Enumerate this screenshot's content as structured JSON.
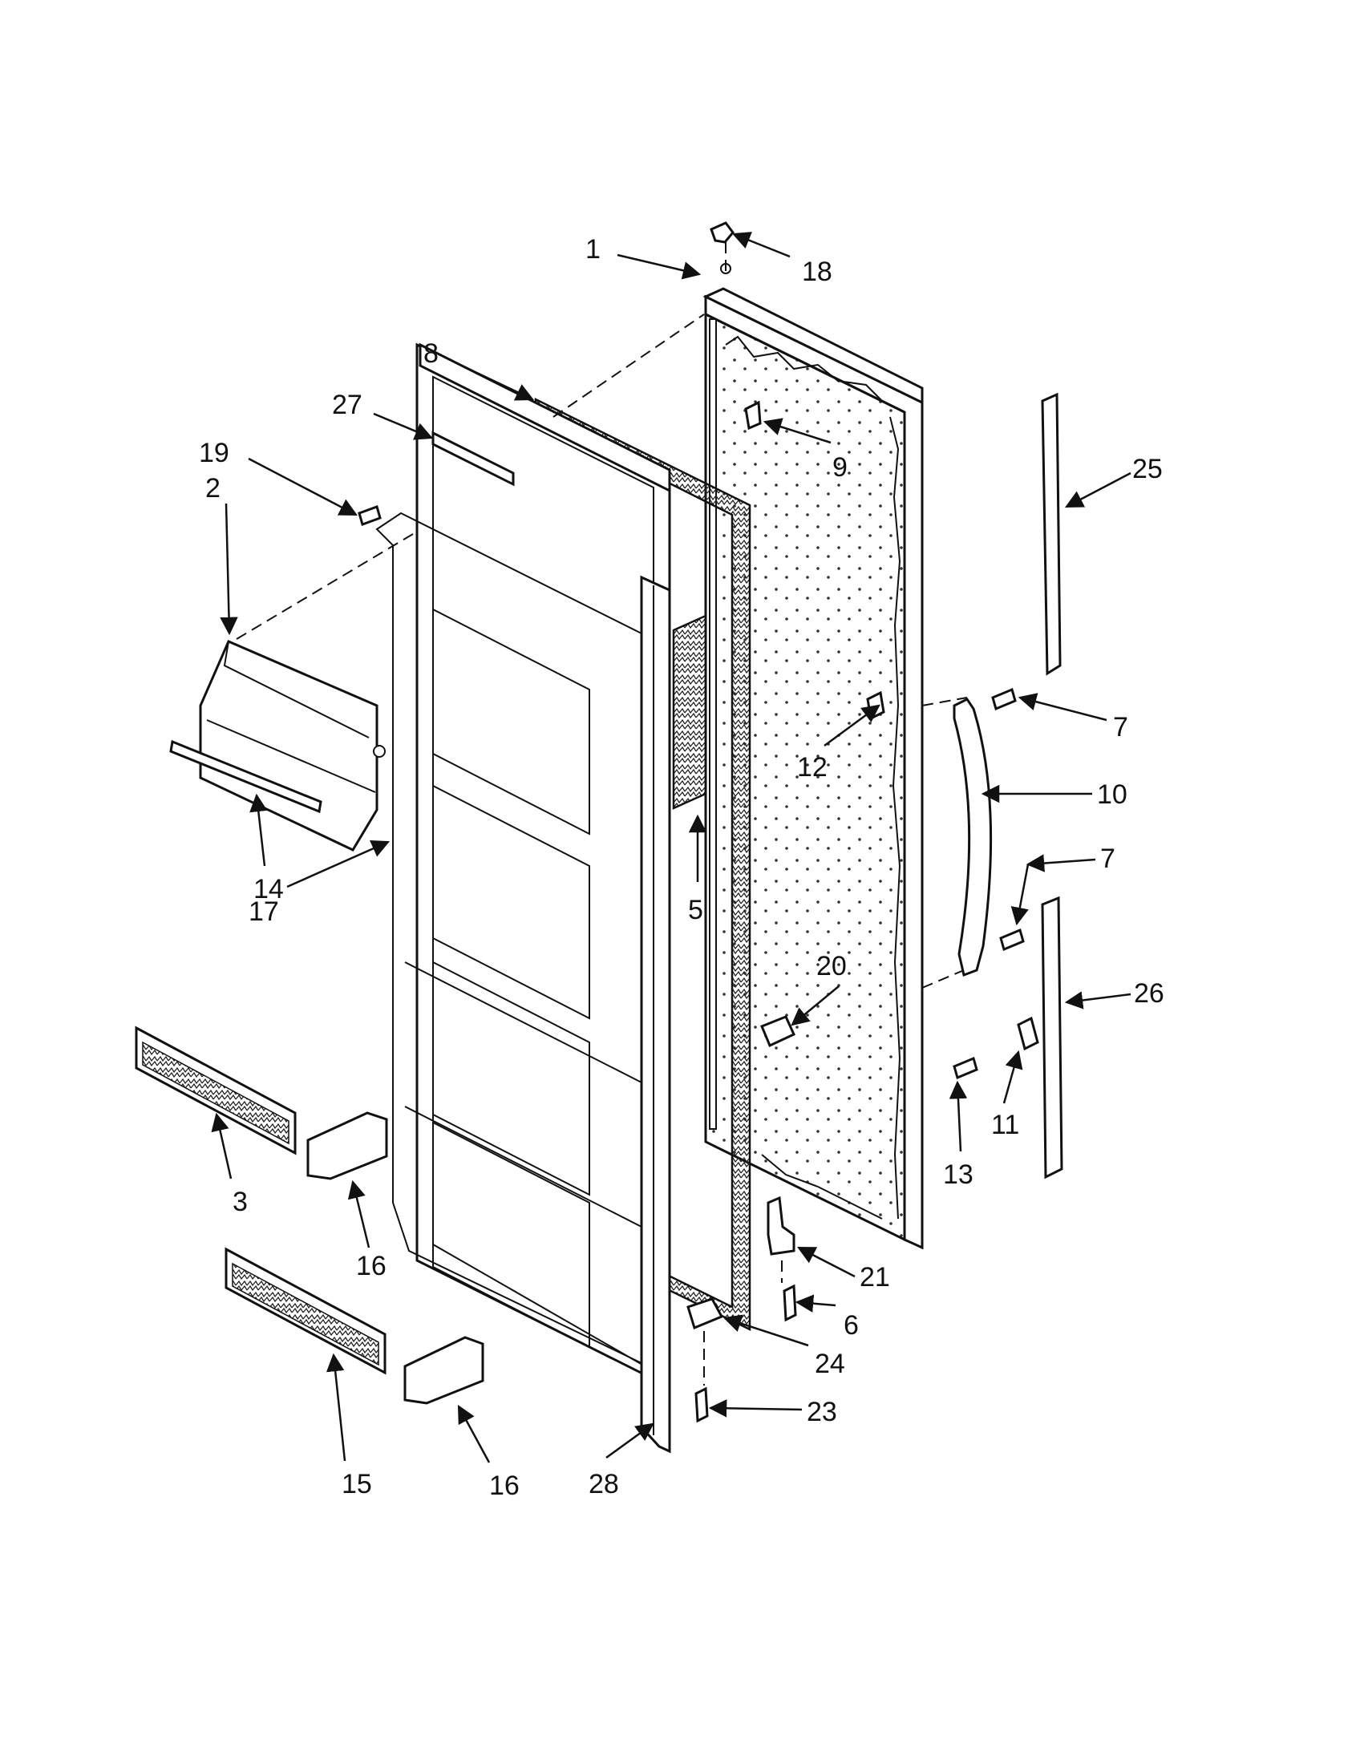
{
  "callouts": {
    "c1": "1",
    "c2": "2",
    "c3": "3",
    "c5": "5",
    "c6": "6",
    "c7a": "7",
    "c7b": "7",
    "c8": "8",
    "c9": "9",
    "c10": "10",
    "c11": "11",
    "c12": "12",
    "c13": "13",
    "c14": "14",
    "c15": "15",
    "c16a": "16",
    "c16b": "16",
    "c17": "17",
    "c18": "18",
    "c19": "19",
    "c20": "20",
    "c21": "21",
    "c23": "23",
    "c24": "24",
    "c25": "25",
    "c26": "26",
    "c27": "27",
    "c28": "28"
  }
}
